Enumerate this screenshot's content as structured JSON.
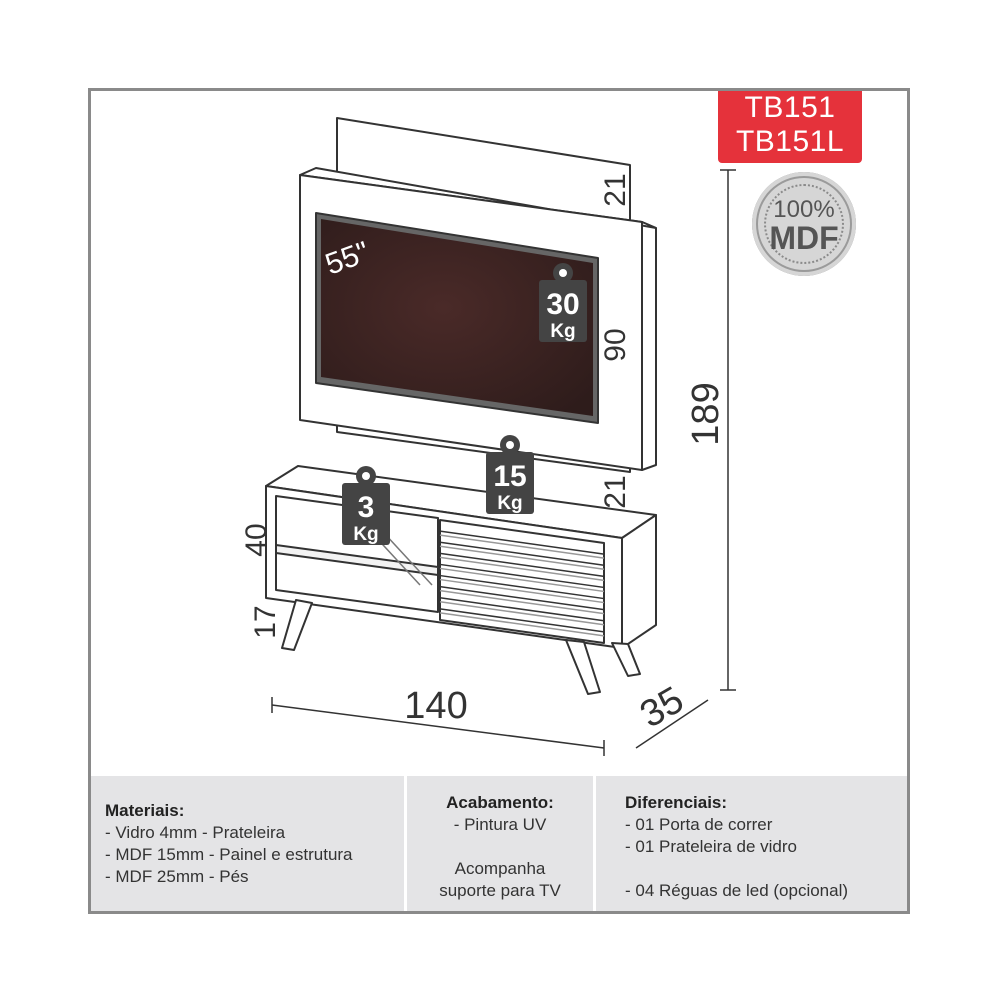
{
  "badge": {
    "line1": "TB151",
    "line2": "TB151L"
  },
  "seal": {
    "percent": "100%",
    "material": "MDF"
  },
  "diagram": {
    "tv_size": "55\"",
    "tv_weight": {
      "value": "30",
      "unit": "Kg"
    },
    "top_shelf_weight": {
      "value": "15",
      "unit": "Kg"
    },
    "glass_shelf_weight": {
      "value": "3",
      "unit": "Kg"
    },
    "dim_panel_top": "21",
    "dim_tv_height": "90",
    "dim_panel_bottom": "21",
    "dim_total_height": "189",
    "dim_rack_height": "40",
    "dim_legs": "17",
    "dim_width": "140",
    "dim_depth": "35",
    "colors": {
      "tv_screen": "#3b2423",
      "line": "#333333",
      "weight_tag": "#444444",
      "badge": "#e5323b"
    }
  },
  "info": {
    "materials": {
      "title": "Materiais:",
      "items": [
        "- Vidro 4mm - Prateleira",
        "- MDF 15mm - Painel e estrutura",
        "- MDF 25mm - Pés"
      ]
    },
    "finish": {
      "title": "Acabamento:",
      "items": [
        "- Pintura UV"
      ],
      "note_line1": "Acompanha",
      "note_line2": "suporte para TV"
    },
    "features": {
      "title": "Diferenciais:",
      "items": [
        "- 01 Porta de correr",
        "- 01 Prateleira de vidro"
      ],
      "extra": "- 04 Réguas de led (opcional)"
    }
  }
}
